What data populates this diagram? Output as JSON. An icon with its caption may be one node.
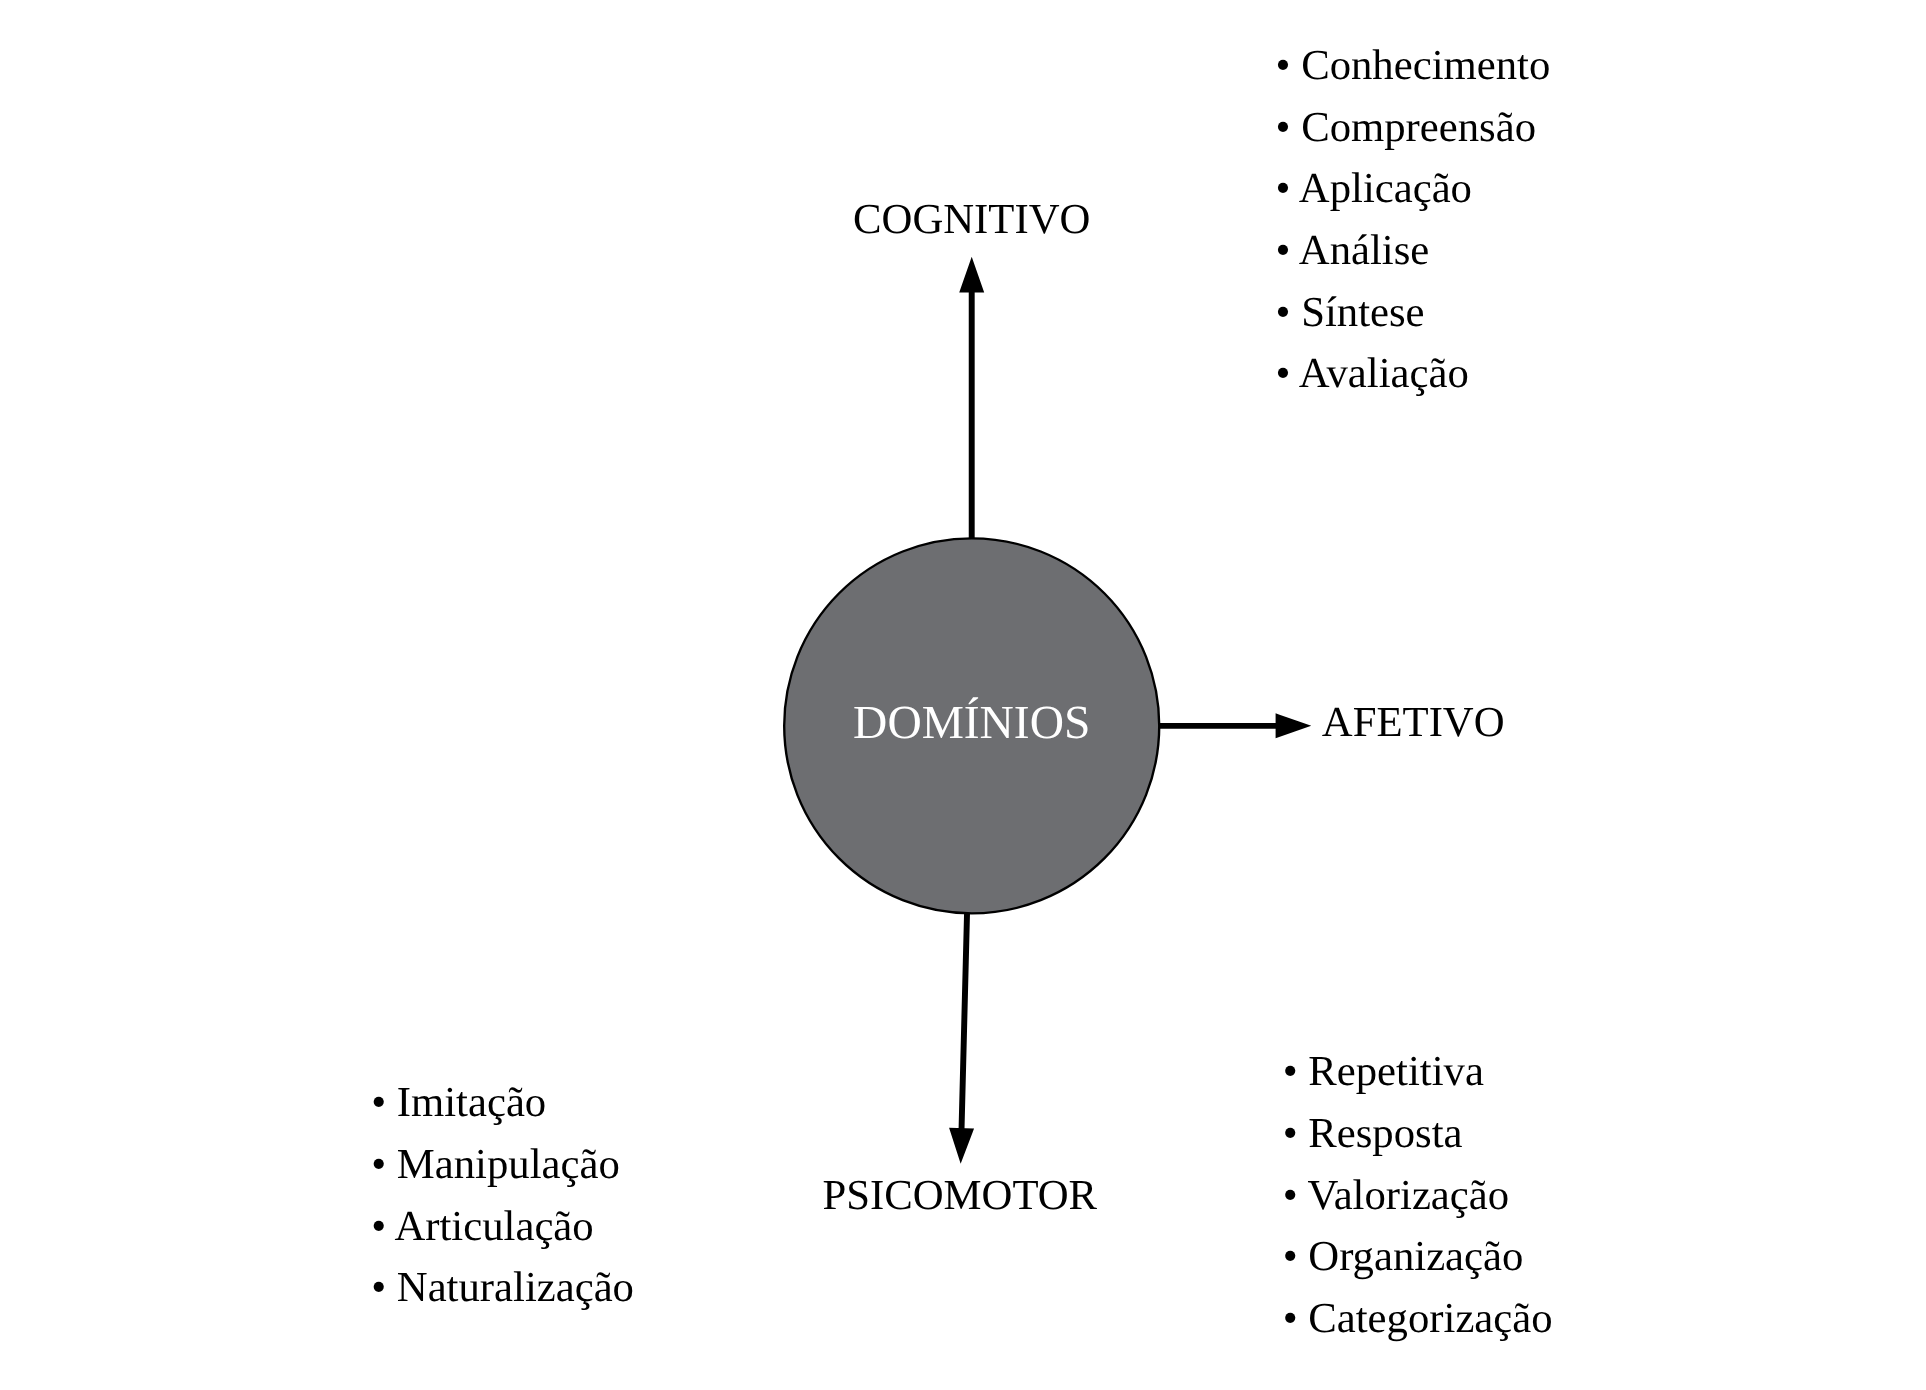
{
  "diagram": {
    "nodes": [
      {
        "text": [
          "DOMÍNIOS"
        ]
      },
      {
        "text": [
          "COGNITIVO"
        ]
      },
      {
        "text": [
          "AFETIVO"
        ]
      },
      {
        "text": [
          "PSICOMOTOR"
        ]
      }
    ],
    "edges": [
      {
        "from": 0,
        "to": 1,
        "arrow": "to"
      },
      {
        "from": 0,
        "to": 2,
        "arrow": "to"
      },
      {
        "from": 0,
        "to": 3,
        "arrow": "to"
      }
    ],
    "labels": [
      "• Conhecimento",
      "• Compreensão",
      "• Aplicação",
      "• Análise",
      "• Síntese",
      "• Avaliação",
      "• Repetitiva",
      "• Resposta",
      "• Valorização",
      "• Organização",
      "• Categorização",
      "• Imitação",
      "• Manipulação",
      "• Articulação",
      "• Naturalização"
    ]
  }
}
